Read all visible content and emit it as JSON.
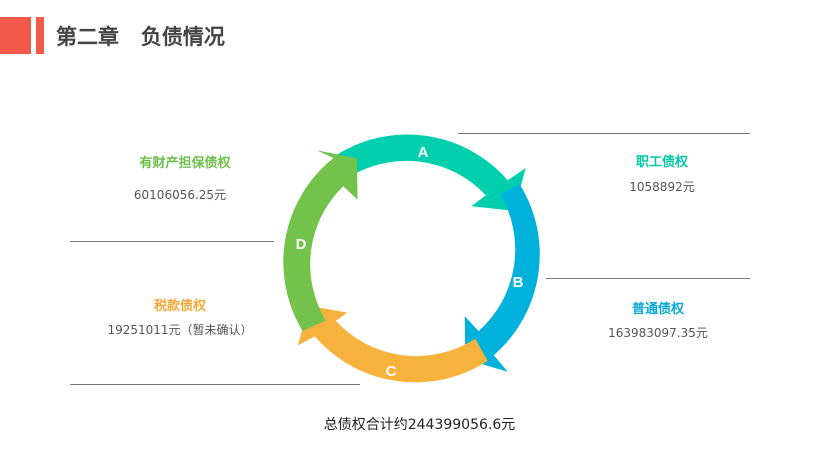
{
  "header": {
    "title": "第二章   负债情况"
  },
  "segments": [
    {
      "letter": "A",
      "title": "职工债权",
      "value": "1058892元",
      "color": "#00cfae",
      "title_color": "#00c9a8"
    },
    {
      "letter": "B",
      "title": "普通债权",
      "value": "163983097.35元",
      "color": "#00b1dc",
      "title_color": "#0aa8d8"
    },
    {
      "letter": "C",
      "title": "税款债权",
      "value": "19251011元（暂未确认）",
      "color": "#f7b23e",
      "title_color": "#f3a93b"
    },
    {
      "letter": "D",
      "title": "有财产担保债权",
      "value": "60106056.25元",
      "color": "#72c24c",
      "title_color": "#6cbf4a"
    }
  ],
  "total": "总债权合计约244399056.6元"
}
